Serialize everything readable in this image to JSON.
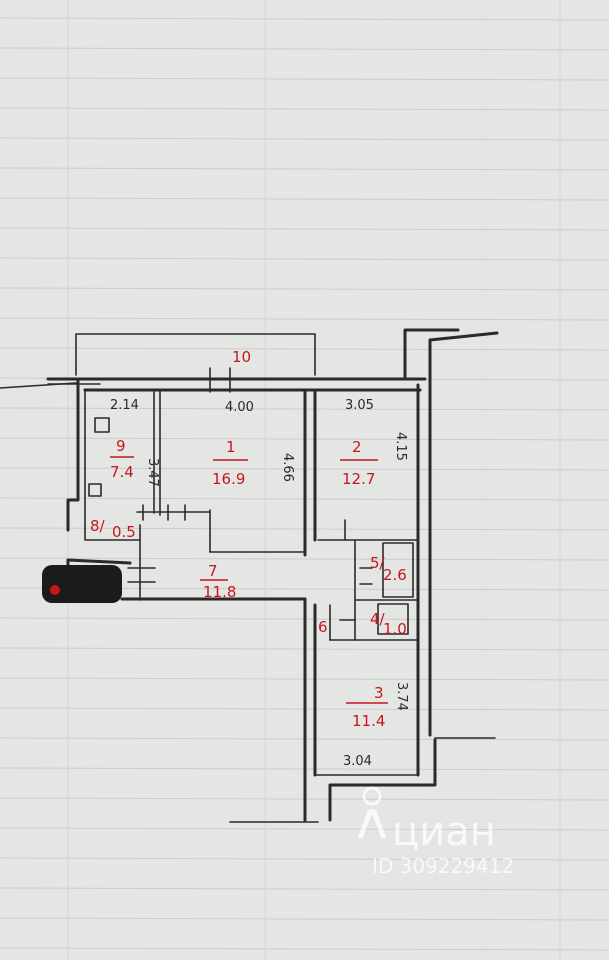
{
  "rooms": [
    {
      "id": "1",
      "number": "1",
      "area": "16.9"
    },
    {
      "id": "2",
      "number": "2",
      "area": "12.7"
    },
    {
      "id": "3",
      "number": "3",
      "area": "11.4"
    },
    {
      "id": "4",
      "number": "4/",
      "area": "1.0"
    },
    {
      "id": "5",
      "number": "5/",
      "area": "2.6"
    },
    {
      "id": "6",
      "number": "6",
      "area": ""
    },
    {
      "id": "7",
      "number": "7",
      "area": "11.8"
    },
    {
      "id": "8",
      "number": "8/",
      "area": "0.5"
    },
    {
      "id": "9",
      "number": "9",
      "area": "7.4"
    },
    {
      "id": "10",
      "number": "10",
      "area": ""
    }
  ],
  "dimensions": {
    "d214": "2.14",
    "d400": "4.00",
    "d305": "3.05",
    "d347": "3.47",
    "d466": "4.66",
    "d415": "4.15",
    "d374": "3.74",
    "d304": "3.04"
  },
  "watermark": {
    "brand": "циан",
    "id_text": "ID 309229412"
  },
  "colors": {
    "paper": "#e4e6e3",
    "ink": "#2a2a2a",
    "red_ink": "#c8161d"
  }
}
